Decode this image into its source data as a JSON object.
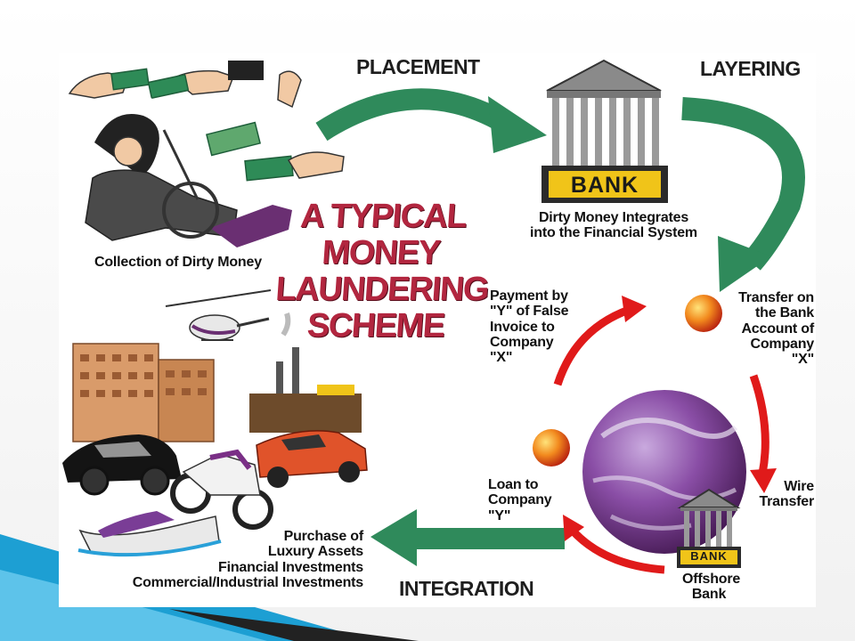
{
  "diagram": {
    "title_lines": [
      "A TYPICAL",
      "MONEY",
      "LAUNDERING",
      "SCHEME"
    ],
    "stages": {
      "placement": "PLACEMENT",
      "layering": "LAYERING",
      "integration": "INTEGRATION"
    },
    "bank_sign": "BANK",
    "offshore_bank_sign": "BANK",
    "captions": {
      "collection": "Collection of Dirty Money",
      "integrates": [
        "Dirty Money Integrates",
        "into the Financial System"
      ],
      "payment": [
        "Payment by",
        "\"Y\" of False",
        "Invoice to",
        "Company",
        "\"X\""
      ],
      "transfer": [
        "Transfer on",
        "the Bank",
        "Account of",
        "Company",
        "\"X\""
      ],
      "wire": [
        "Wire",
        "Transfer"
      ],
      "loan": [
        "Loan to",
        "Company",
        "\"Y\""
      ],
      "offshore": [
        "Offshore",
        "Bank"
      ],
      "purchase": [
        "Purchase of",
        "Luxury Assets",
        "Financial Investments",
        "Commercial/Industrial Investments"
      ]
    },
    "colors": {
      "title": "#b2263f",
      "arrow_green": "#2f8a5b",
      "cycle_red": "#e01a1a",
      "bank_plate": "#f0c419",
      "slide_accent": "#1d9fd3"
    }
  }
}
